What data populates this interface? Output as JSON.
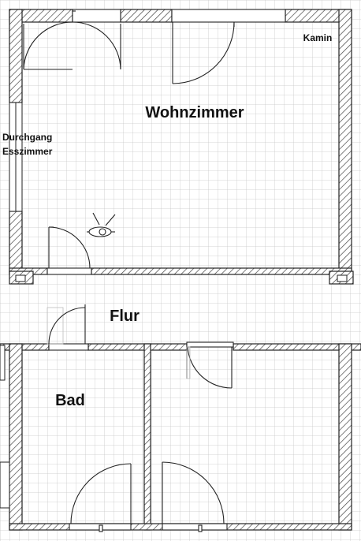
{
  "labels": {
    "wohnzimmer": "Wohnzimmer",
    "kamin": "Kamin",
    "durchgang_line1": "Durchgang",
    "durchgang_line2": "Esszimmer",
    "flur": "Flur",
    "bad": "Bad"
  },
  "colors": {
    "background": "#ffffff",
    "grid": "#c8c8c8",
    "wall": "#222222",
    "hatch": "#444444",
    "text": "#111111"
  }
}
